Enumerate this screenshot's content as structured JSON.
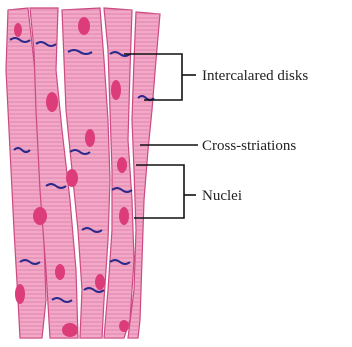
{
  "figure": {
    "labels": {
      "intercalated_disks": "Intercalared disks",
      "cross_striations": "Cross-striations",
      "nuclei": "Nuclei"
    }
  },
  "colors": {
    "background": "#ffffff",
    "fiber_fill": "#f2a9c8",
    "fiber_edge": "#c9467f",
    "striation": "#d8749f",
    "intercalated_disk": "#2a2a8c",
    "nucleus": "#dc3d78",
    "leader_line": "#111111"
  }
}
